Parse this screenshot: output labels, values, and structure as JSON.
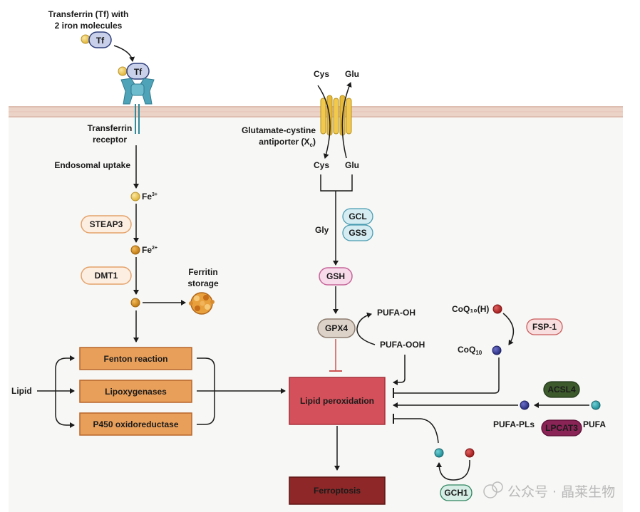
{
  "labels": {
    "transferrin_line1": "Transferrin (Tf) with",
    "transferrin_line2": "2 iron molecules",
    "tf": "Tf",
    "tf_bound": "Tf",
    "receptor_line1": "Transferrin",
    "receptor_line2": "receptor",
    "endosomal_uptake": "Endosomal uptake",
    "fe3": "Fe",
    "fe3_sup": "3+",
    "steap3": "STEAP3",
    "fe2": "Fe",
    "fe2_sup": "2+",
    "dmt1": "DMT1",
    "ferritin_line1": "Ferritin",
    "ferritin_line2": "storage",
    "lipid": "Lipid",
    "fenton": "Fenton reaction",
    "lipoxygenases": "Lipoxygenases",
    "p450": "P450 oxidoreductase",
    "cys_top": "Cys",
    "glu_top": "Glu",
    "antiporter_line1": "Glutamate-cystine",
    "antiporter_line2": "antiporter (X",
    "antiporter_sub": "c",
    "antiporter_close": ")",
    "cys_bottom": "Cys",
    "glu_bottom": "Glu",
    "gly": "Gly",
    "gcl": "GCL",
    "gss": "GSS",
    "gsh": "GSH",
    "gpx4": "GPX4",
    "pufa_oh": "PUFA-OH",
    "pufa_ooh": "PUFA-OOH",
    "coq10h": "CoQ₁₀(H)",
    "coq10": "CoQ",
    "coq10_sub": "10",
    "fsp1": "FSP-1",
    "lipid_peroxidation": "Lipid peroxidation",
    "acsl4": "ACSL4",
    "pufa_pls": "PUFA-PLs",
    "lpcat3": "LPCAT3",
    "pufa": "PUFA",
    "gch1": "GCH1",
    "ferroptosis": "Ferroptosis"
  },
  "watermark": "公众号 · 晶莱生物",
  "colors": {
    "membrane": "#ecd3c8",
    "cell_bg": "#f7f7f5",
    "orange_box": "#e89f5a",
    "lipid_perox": "#d4505a",
    "ferroptosis": "#8e2828",
    "acsl4": "#3c5a2c",
    "lpcat3": "#8a2356",
    "inhibit": "#cc5555"
  }
}
